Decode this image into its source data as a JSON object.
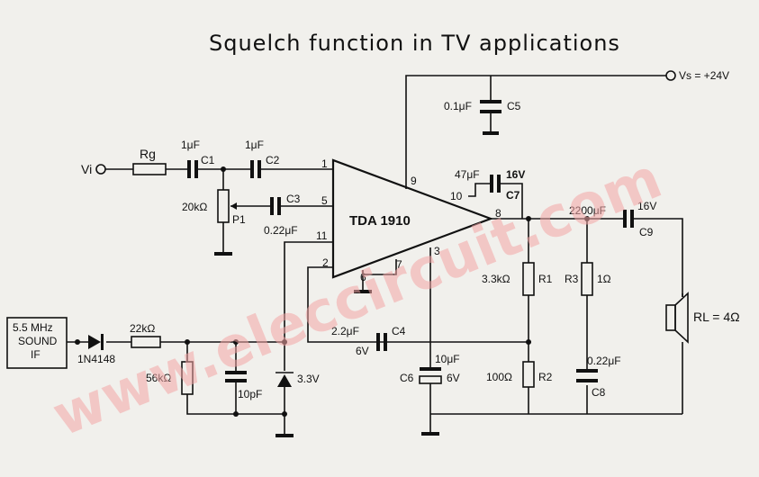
{
  "title": "Squelch  function  in  TV  applications",
  "ic": {
    "name": "TDA 1910",
    "pins": [
      "1",
      "5",
      "11",
      "2",
      "6",
      "7",
      "3",
      "9",
      "10",
      "8"
    ]
  },
  "supply": "Vs = +24V",
  "input": "Vi",
  "components": {
    "rg": "Rg",
    "c1": {
      "ref": "C1",
      "value": "1μF"
    },
    "c2": {
      "ref": "C2",
      "value": "1μF"
    },
    "p1": {
      "ref": "P1",
      "value": "20kΩ"
    },
    "c3": {
      "ref": "C3",
      "value": "0.22μF"
    },
    "c5": {
      "ref": "C5",
      "value": "0.1μF"
    },
    "c7": {
      "ref": "C7",
      "value": "47μF",
      "rating": "16V"
    },
    "c9": {
      "ref": "C9",
      "value": "2200μF",
      "rating": "16V"
    },
    "r1": {
      "ref": "R1",
      "value": "3.3kΩ"
    },
    "r3": {
      "ref": "R3",
      "value": "1Ω"
    },
    "rl": "RL = 4Ω",
    "c4": {
      "ref": "C4",
      "value": "2.2μF",
      "rating": "6V"
    },
    "c6": {
      "ref": "C6",
      "value": "10μF",
      "rating": "6V"
    },
    "r2": {
      "ref": "R2",
      "value": "100Ω"
    },
    "c8": {
      "ref": "C8",
      "value": "0.22μF"
    },
    "sound_if": [
      "5.5 MHz",
      "SOUND",
      "IF"
    ],
    "diode": "1N4148",
    "r22k": "22kΩ",
    "r56k": "56kΩ",
    "c10p": "10pF",
    "zener": "3.3V"
  },
  "watermark": "www.eleccircuit.com"
}
